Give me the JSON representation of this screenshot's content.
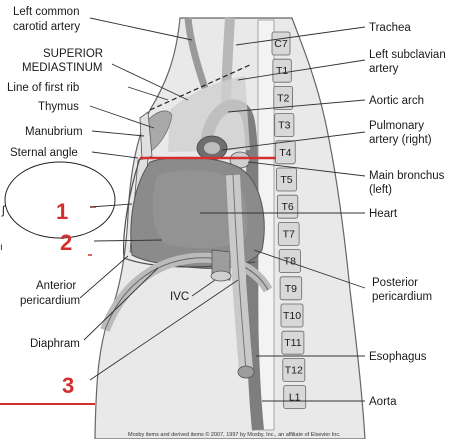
{
  "labels": {
    "left_common_carotid": [
      "Left common",
      "carotid artery"
    ],
    "superior_mediastinum": [
      "SUPERIOR",
      "MEDIASTINUM"
    ],
    "line_first_rib": "Line of first rib",
    "thymus": "Thymus",
    "manubrium": "Manubrium",
    "sternal_angle": "Sternal angle",
    "anterior_pericardium": [
      "Anterior",
      "pericardium"
    ],
    "ivc": "IVC",
    "diaphragm": "Diaphram",
    "trachea": "Trachea",
    "left_subclavian": [
      "Left subclavian",
      "artery"
    ],
    "aortic_arch": "Aortic arch",
    "pulmonary_artery": [
      "Pulmonary",
      "artery (right)"
    ],
    "main_bronchus": [
      "Main bronchus",
      "(left)"
    ],
    "heart": "Heart",
    "posterior_pericardium": [
      "Posterior",
      "pericardium"
    ],
    "esophagus": "Esophagus",
    "aorta": "Aorta"
  },
  "vertebrae": [
    "C7",
    "T1",
    "T2",
    "T3",
    "T4",
    "T5",
    "T6",
    "T7",
    "T8",
    "T9",
    "T10",
    "T11",
    "T12",
    "L1"
  ],
  "annotations": {
    "one": "1",
    "two": "2",
    "three": "3"
  },
  "credit": "Mosby items and derived items © 2007, 1997 by Mosby, Inc., an affiliate of Elsevier Inc.",
  "colors": {
    "annotation_red": "#d32f2f",
    "body_fill": "#e8e8e8",
    "organ_gray": "#8e8e8e",
    "vertebra_fill": "#d8d8d8"
  }
}
